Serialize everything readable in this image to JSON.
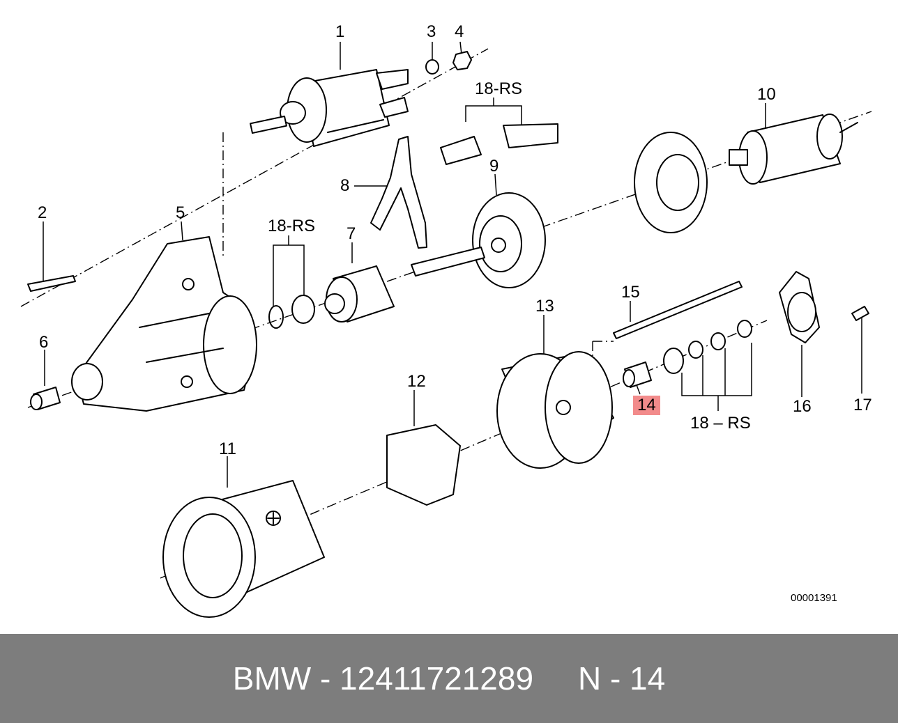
{
  "diagram": {
    "reference_number": "00001391",
    "highlight_color": "#f28b8b",
    "part_labels": [
      {
        "id": "p1",
        "text": "1"
      },
      {
        "id": "p3",
        "text": "3"
      },
      {
        "id": "p4",
        "text": "4"
      },
      {
        "id": "p18a",
        "text": "18-RS"
      },
      {
        "id": "p10",
        "text": "10"
      },
      {
        "id": "p8",
        "text": "8"
      },
      {
        "id": "p9",
        "text": "9"
      },
      {
        "id": "p2",
        "text": "2"
      },
      {
        "id": "p5",
        "text": "5"
      },
      {
        "id": "p18b",
        "text": "18-RS"
      },
      {
        "id": "p7",
        "text": "7"
      },
      {
        "id": "p15",
        "text": "15"
      },
      {
        "id": "p13",
        "text": "13"
      },
      {
        "id": "p6",
        "text": "6"
      },
      {
        "id": "p12",
        "text": "12"
      },
      {
        "id": "p14",
        "text": "14",
        "highlighted": true
      },
      {
        "id": "p18c",
        "text": "18 – RS"
      },
      {
        "id": "p16",
        "text": "16"
      },
      {
        "id": "p17",
        "text": "17"
      },
      {
        "id": "p11",
        "text": "11"
      }
    ]
  },
  "footer": {
    "text": "BMW - 12411721289     N - 14",
    "background": "#7d7d7d",
    "text_color": "#ffffff"
  }
}
